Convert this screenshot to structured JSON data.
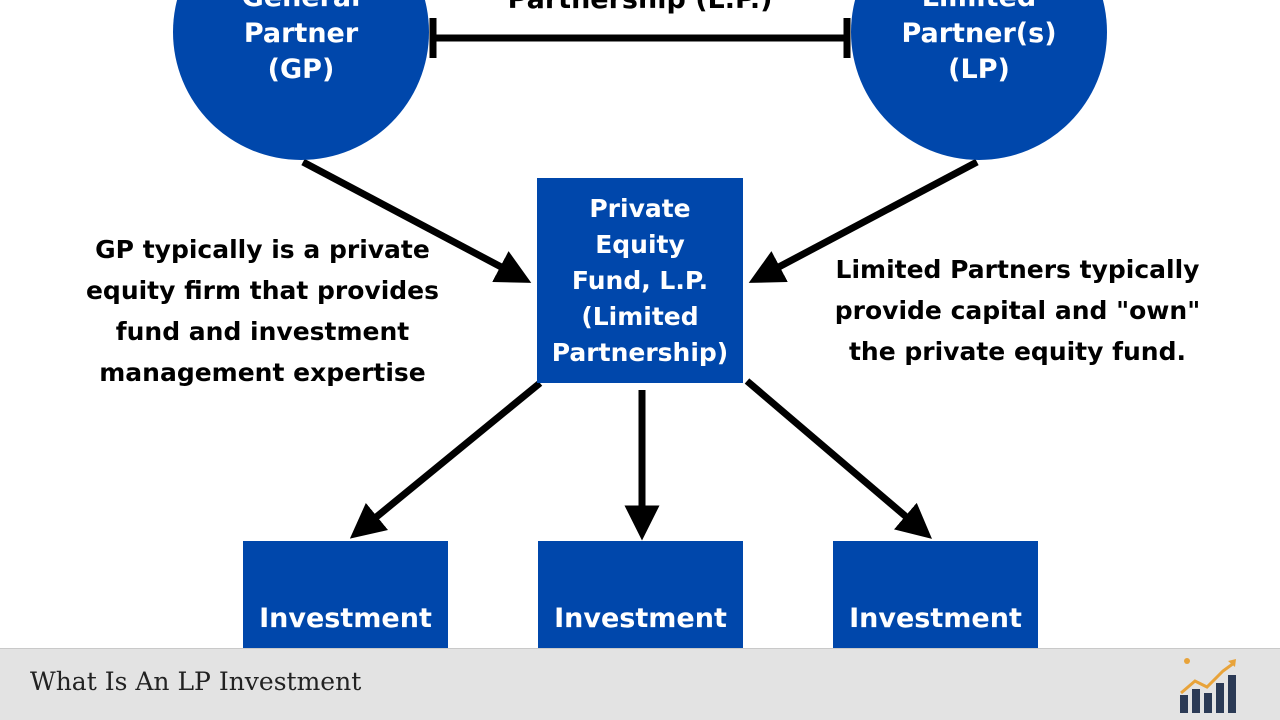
{
  "diagram": {
    "top_label": "Partnership (L.P.)",
    "gp_circle": [
      "General",
      "Partner",
      "(GP)"
    ],
    "lp_circle": [
      "Limited",
      "Partner(s)",
      "(LP)"
    ],
    "fund_box": [
      "Private",
      "Equity",
      "Fund, L.P.",
      "(Limited",
      "Partnership)"
    ],
    "gp_description": [
      "GP typically is a private",
      "equity firm that provides",
      "fund and investment",
      "management expertise"
    ],
    "lp_description": [
      "Limited Partners typically",
      "provide capital and \"own\"",
      "the private equity fund."
    ],
    "investments": [
      "Investment",
      "Investment",
      "Investment"
    ],
    "colors": {
      "shape_fill": "#0047ab",
      "shape_text": "#ffffff",
      "arrow": "#000000"
    }
  },
  "footer": {
    "title": "What Is An LP Investment",
    "logo_icon": "chart-growth-icon"
  }
}
